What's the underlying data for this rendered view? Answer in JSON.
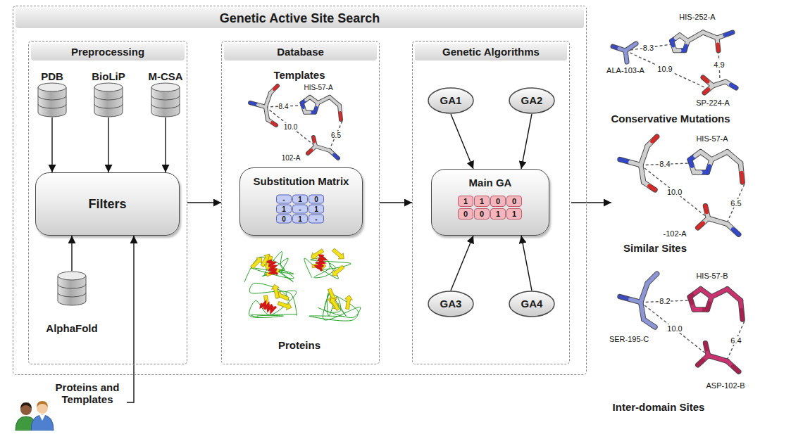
{
  "diagram": {
    "nodes": [
      {
        "text": [
          "Genetic Active Site Search"
        ]
      },
      {
        "text": [
          "Preprocessing"
        ],
        "in": 0
      },
      {
        "text": [
          "PDB"
        ],
        "in": 1
      },
      {
        "text": [
          "BioLiP"
        ],
        "in": 1
      },
      {
        "text": [
          "M-CSA"
        ],
        "in": 1
      },
      {
        "text": [
          "Filters"
        ],
        "in": 1
      },
      {
        "text": [
          "AlphaFold"
        ],
        "in": 1
      },
      {
        "text": [
          "Database"
        ],
        "in": 0
      },
      {
        "text": [
          "Substitution Matrix"
        ],
        "in": 7
      },
      {
        "text": [
          "Genetic Algorithms"
        ],
        "in": 0
      },
      {
        "text": [
          "GA1"
        ],
        "in": 9
      },
      {
        "text": [
          "GA2"
        ],
        "in": 9
      },
      {
        "text": [
          "Main GA"
        ],
        "in": 9
      },
      {
        "text": [
          "GA3"
        ],
        "in": 9
      },
      {
        "text": [
          "GA4"
        ],
        "in": 9
      },
      {
        "text": [
          "Proteins and Templates"
        ]
      }
    ],
    "edges": [
      {
        "from": 2,
        "to": 5,
        "arrow": "to"
      },
      {
        "from": 3,
        "to": 5,
        "arrow": "to"
      },
      {
        "from": 4,
        "to": 5,
        "arrow": "to"
      },
      {
        "from": 6,
        "to": 5,
        "arrow": "to"
      },
      {
        "from": 15,
        "to": 5,
        "arrow": "to"
      },
      {
        "from": 1,
        "to": 7,
        "arrow": "to"
      },
      {
        "from": 7,
        "to": 9,
        "arrow": "to"
      },
      {
        "from": 10,
        "to": 12,
        "arrow": "to"
      },
      {
        "from": 11,
        "to": 12,
        "arrow": "to"
      },
      {
        "from": 13,
        "to": 12,
        "arrow": "to"
      },
      {
        "from": 14,
        "to": 12,
        "arrow": "to"
      }
    ],
    "labels": [
      "Templates",
      "HIS-57-A",
      "8.4",
      "10.0",
      "6.5",
      "102-A",
      "-",
      "1",
      "0",
      "1",
      "-",
      "1",
      "0",
      "1",
      "-",
      "Proteins",
      "1",
      "1",
      "0",
      "0",
      "0",
      "0",
      "1",
      "1",
      "HIS-252-A",
      "8.3",
      "4.9",
      "ALA-103-A",
      "10.9",
      "SP-224-A",
      "Conservative Mutations",
      "HIS-57-A",
      "8.4",
      "10.0",
      "6.5",
      "-102-A",
      "Similar Sites",
      "HIS-57-B",
      "8.2",
      "6.4",
      "SER-195-C",
      "10.0",
      "ASP-102-B",
      "Inter-domain Sites"
    ]
  }
}
